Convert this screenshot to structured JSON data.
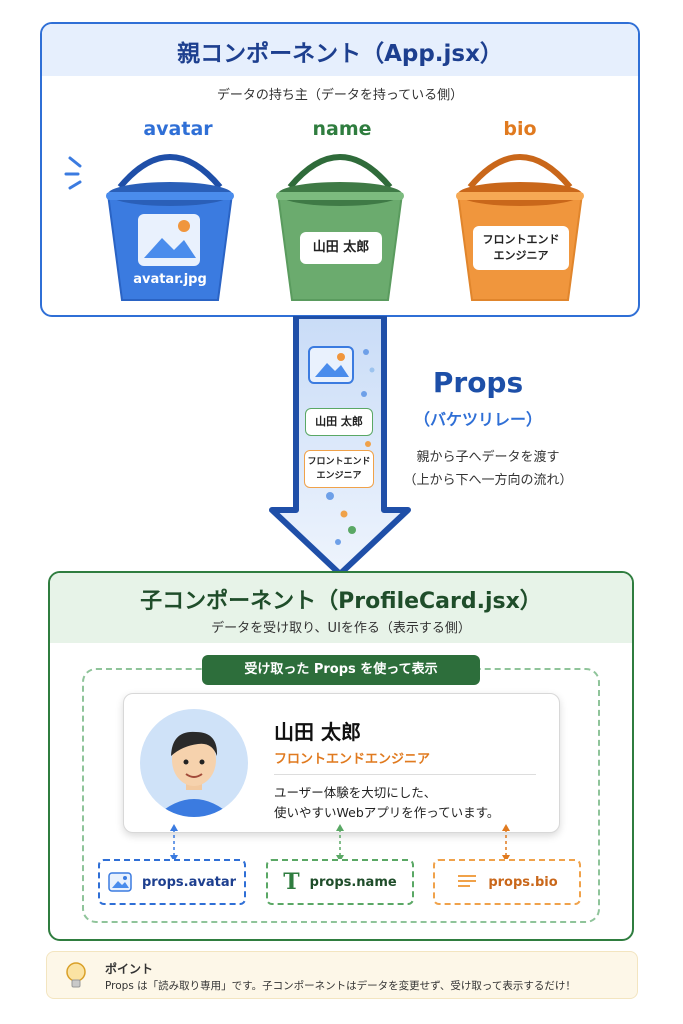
{
  "parent": {
    "title": "親コンポーネント（App.jsx）",
    "subtitle": "データの持ち主（データを持っている側）",
    "buckets": [
      {
        "label": "avatar",
        "content": "avatar.jpg",
        "color": "#3b7be0",
        "label_color": "#2f6fd6"
      },
      {
        "label": "name",
        "content": "山田 太郎",
        "color": "#6bab6e",
        "label_color": "#2f7d3f"
      },
      {
        "label": "bio",
        "content_line1": "フロントエンド",
        "content_line2": "エンジニア",
        "color": "#f0963d",
        "label_color": "#e07a1f"
      }
    ]
  },
  "arrow": {
    "items": [
      {
        "icon": "image-icon"
      },
      {
        "text": "山田 太郎"
      },
      {
        "text_line1": "フロントエンド",
        "text_line2": "エンジニア"
      }
    ]
  },
  "props_note": {
    "title": "Props",
    "subtitle": "（バケツリレー）",
    "desc_line1": "親から子へデータを渡す",
    "desc_line2": "（上から下へ一方向の流れ）"
  },
  "child": {
    "title": "子コンポーネント（ProfileCard.jsx）",
    "subtitle": "データを受け取り、UIを作る（表示する側）",
    "badge": "受け取った Props を使って表示",
    "card": {
      "name": "山田 太郎",
      "bio": "フロントエンドエンジニア",
      "desc_line1": "ユーザー体験を大切にした、",
      "desc_line2": "使いやすいWebアプリを作っています。"
    },
    "props": [
      {
        "label": "props.avatar",
        "icon": "image-icon"
      },
      {
        "label": "props.name",
        "icon": "text-T-icon"
      },
      {
        "label": "props.bio",
        "icon": "lines-icon"
      }
    ]
  },
  "point": {
    "title": "ポイント",
    "text": "Props は「読み取り専用」です。子コンポーネントはデータを変更せず、受け取って表示するだけ！"
  }
}
